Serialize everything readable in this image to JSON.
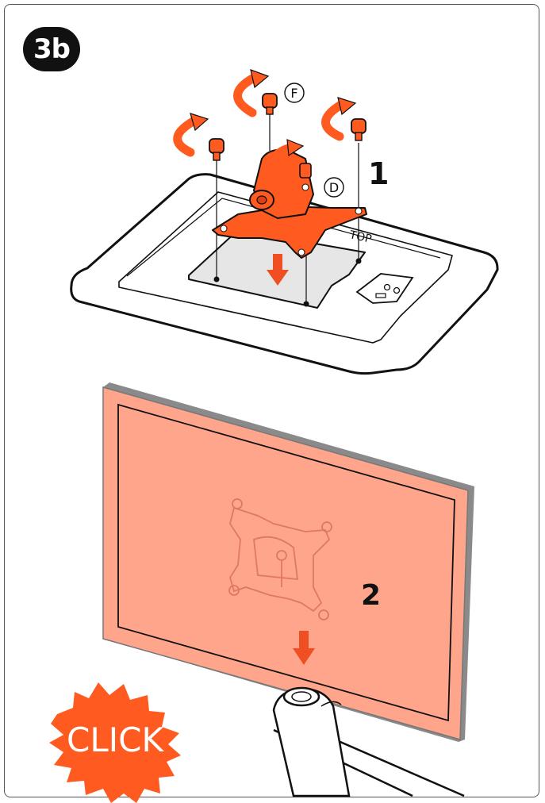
{
  "step": {
    "badge": "3b"
  },
  "labels": {
    "part_f": "F",
    "part_d": "D",
    "step_1": "1",
    "step_2": "2",
    "top_marking": "TOP",
    "click_burst": "CLICK"
  },
  "colors": {
    "accent": "#ff5a1f",
    "arrow": "#f04e23",
    "monitor_fill": "#ffa58c",
    "plate_fill": "#e6e6e6",
    "ink": "#111111"
  }
}
